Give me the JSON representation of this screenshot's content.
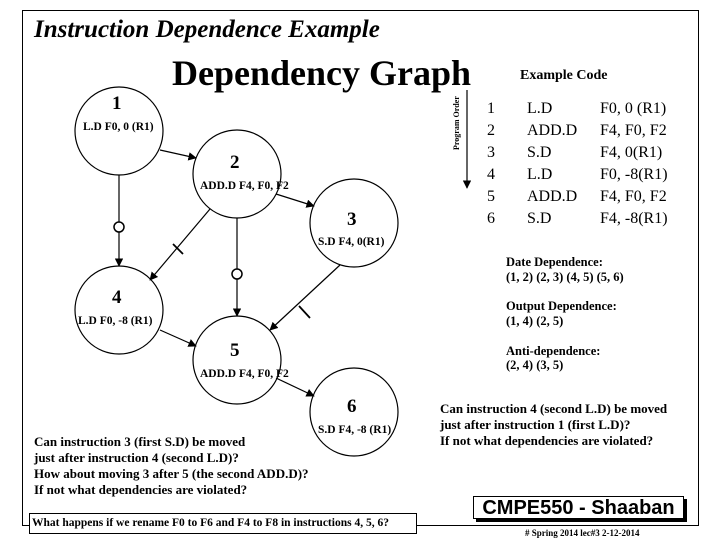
{
  "header_title": "Instruction Dependence Example",
  "graph_title": "Dependency Graph",
  "program_order_label": "Program Order",
  "nodes": [
    {
      "num": "1",
      "label": "L.D  F0, 0 (R1)"
    },
    {
      "num": "2",
      "label": "ADD.D  F4, F0, F2"
    },
    {
      "num": "3",
      "label": "S.D  F4, 0(R1)"
    },
    {
      "num": "4",
      "label": "L.D  F0, -8 (R1)"
    },
    {
      "num": "5",
      "label": "ADD.D  F4, F0, F2"
    },
    {
      "num": "6",
      "label": "S.D  F4, -8 (R1)"
    }
  ],
  "example_code": {
    "title": "Example Code",
    "rows": [
      {
        "num": "1",
        "op": "L.D",
        "args": "F0, 0 (R1)"
      },
      {
        "num": "2",
        "op": "ADD.D",
        "args": "F4, F0, F2"
      },
      {
        "num": "3",
        "op": "S.D",
        "args": "F4, 0(R1)"
      },
      {
        "num": "4",
        "op": "L.D",
        "args": "F0, -8(R1)"
      },
      {
        "num": "5",
        "op": "ADD.D",
        "args": "F4, F0, F2"
      },
      {
        "num": "6",
        "op": "S.D",
        "args": "F4, -8(R1)"
      }
    ]
  },
  "dependences": {
    "data": {
      "label": "Date Dependence:",
      "pairs": "(1, 2)   (2, 3)  (4, 5)     (5, 6)"
    },
    "output": {
      "label": "Output Dependence:",
      "pairs": "(1, 4)  (2, 5)"
    },
    "anti": {
      "label": "Anti-dependence:",
      "pairs": "(2, 4)   (3, 5)"
    }
  },
  "questions": {
    "left": [
      "Can instruction 3 (first S.D) be moved",
      "just after instruction 4  (second L.D)?",
      "How about moving 3 after 5 (the second ADD.D)?",
      "If not what dependencies are violated?"
    ],
    "right": [
      "Can instruction 4 (second L.D) be moved",
      "just after instruction 1 (first L.D)?",
      "If not what dependencies are violated?"
    ],
    "rename": "What happens if we rename F0 to F6  and  F4 to F8 in instructions 4, 5, 6?"
  },
  "course_label": "CMPE550 - Shaaban",
  "footer": "#  Spring 2014 lec#3   2-12-2014"
}
